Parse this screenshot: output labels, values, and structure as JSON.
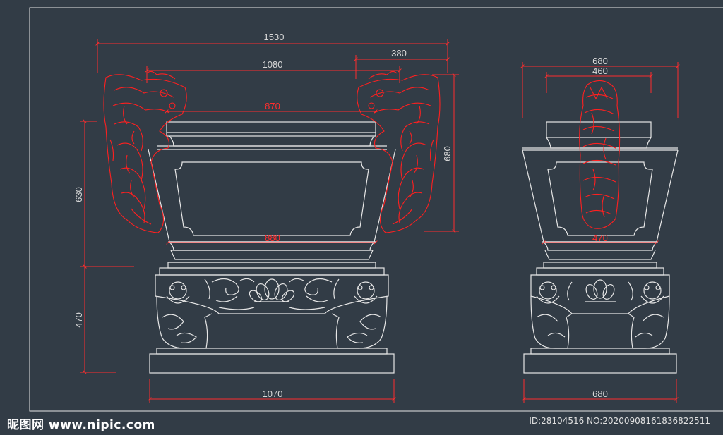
{
  "colors": {
    "background": "#323c46",
    "line": "#e6e6e6",
    "dimension_red": "#ff2d2d",
    "dragon_red": "#ff2020"
  },
  "front_view": {
    "dim_overall_width": "1530",
    "dim_dragon_width": "380",
    "dim_inner_span": "1080",
    "dim_rim_width": "870",
    "dim_right_height": "680",
    "dim_body_height": "630",
    "dim_bowl_bottom": "880",
    "dim_base_height": "470",
    "dim_base_width": "1070"
  },
  "side_view": {
    "dim_top_width": "680",
    "dim_inner_width": "460",
    "dim_bowl_bottom": "470",
    "dim_base_width": "680"
  },
  "watermark": {
    "site": "昵图网 www.nipic.com",
    "id_text": "ID:28104516 NO:20200908161836822511"
  }
}
